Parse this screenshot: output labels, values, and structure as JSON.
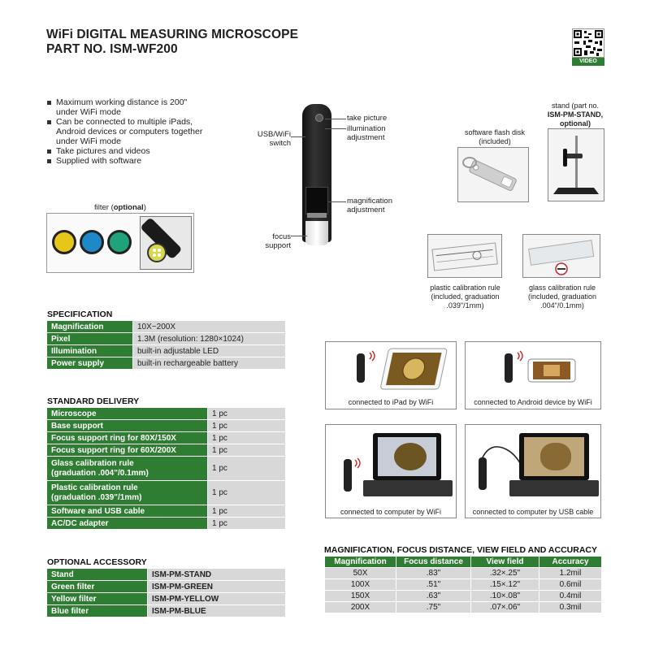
{
  "title": {
    "line1": "WiFi DIGITAL MEASURING MICROSCOPE",
    "line2": "PART NO. ISM-WF200"
  },
  "qr": {
    "label": "VIDEO"
  },
  "features": [
    "Maximum working distance is 200\" under WiFi mode",
    "Can be connected to multiple iPads, Android devices or computers together under WiFi mode",
    "Take pictures and videos",
    "Supplied with software"
  ],
  "filter": {
    "label": "filter (",
    "optional": "optional",
    "close": ")"
  },
  "microscope_labels": {
    "take_picture": "take picture",
    "illumination": "illumination adjustment",
    "usb_wifi": "USB/WiFi switch",
    "magnification": "magnification adjustment",
    "focus": "focus support"
  },
  "accessories": {
    "flash": "software flash disk (included)",
    "stand_line1": "stand (part no.",
    "stand_line2": "ISM-PM-STAND,",
    "stand_line3": "optional)",
    "plastic": "plastic calibration rule (included, graduation .039\"/1mm)",
    "glass": "glass calibration rule (included, graduation .004\"/0.1mm)"
  },
  "connections": {
    "ipad": "connected to iPad by WiFi",
    "android": "connected to Android device by WiFi",
    "computer_wifi": "connected to computer by WiFi",
    "computer_usb": "connected to computer by USB cable"
  },
  "specification": {
    "title": "SPECIFICATION",
    "rows": [
      {
        "label": "Magnification",
        "value": "10X~200X"
      },
      {
        "label": "Pixel",
        "value": "1.3M (resolution: 1280×1024)"
      },
      {
        "label": "Illumination",
        "value": "built-in adjustable LED"
      },
      {
        "label": "Power supply",
        "value": "built-in rechargeable battery"
      }
    ]
  },
  "delivery": {
    "title": "STANDARD DELIVERY",
    "rows": [
      {
        "label": "Microscope",
        "value": "1 pc"
      },
      {
        "label": "Base support",
        "value": "1 pc"
      },
      {
        "label": "Focus support ring for 80X/150X",
        "value": "1 pc"
      },
      {
        "label": "Focus support ring for 60X/200X",
        "value": "1 pc"
      },
      {
        "label": "Glass calibration rule",
        "label2": "(graduation .004\"/0.1mm)",
        "value": "1 pc"
      },
      {
        "label": "Plastic calibration rule",
        "label2": "(graduation .039\"/1mm)",
        "value": "1 pc"
      },
      {
        "label": "Software and USB cable",
        "value": "1 pc"
      },
      {
        "label": "AC/DC adapter",
        "value": "1 pc"
      }
    ]
  },
  "optional": {
    "title": "OPTIONAL ACCESSORY",
    "rows": [
      {
        "label": "Stand",
        "value": "ISM-PM-STAND"
      },
      {
        "label": "Green filter",
        "value": "ISM-PM-GREEN"
      },
      {
        "label": "Yellow filter",
        "value": "ISM-PM-YELLOW"
      },
      {
        "label": "Blue filter",
        "value": "ISM-PM-BLUE"
      }
    ]
  },
  "magtable": {
    "title": "MAGNIFICATION, FOCUS DISTANCE, VIEW FIELD AND ACCURACY",
    "headers": [
      "Magnification",
      "Focus distance",
      "View field",
      "Accuracy"
    ],
    "rows": [
      [
        "50X",
        ".83\"",
        ".32×.25\"",
        "1.2mil"
      ],
      [
        "100X",
        ".51\"",
        ".15×.12\"",
        "0.6mil"
      ],
      [
        "150X",
        ".63\"",
        ".10×.08\"",
        "0.4mil"
      ],
      [
        "200X",
        ".75\"",
        ".07×.06\"",
        "0.3mil"
      ]
    ]
  },
  "colors": {
    "brand_green": "#2e7d32",
    "filter_yellow": "#e6c619",
    "filter_blue": "#1e88c8",
    "filter_green": "#1fa37a"
  }
}
